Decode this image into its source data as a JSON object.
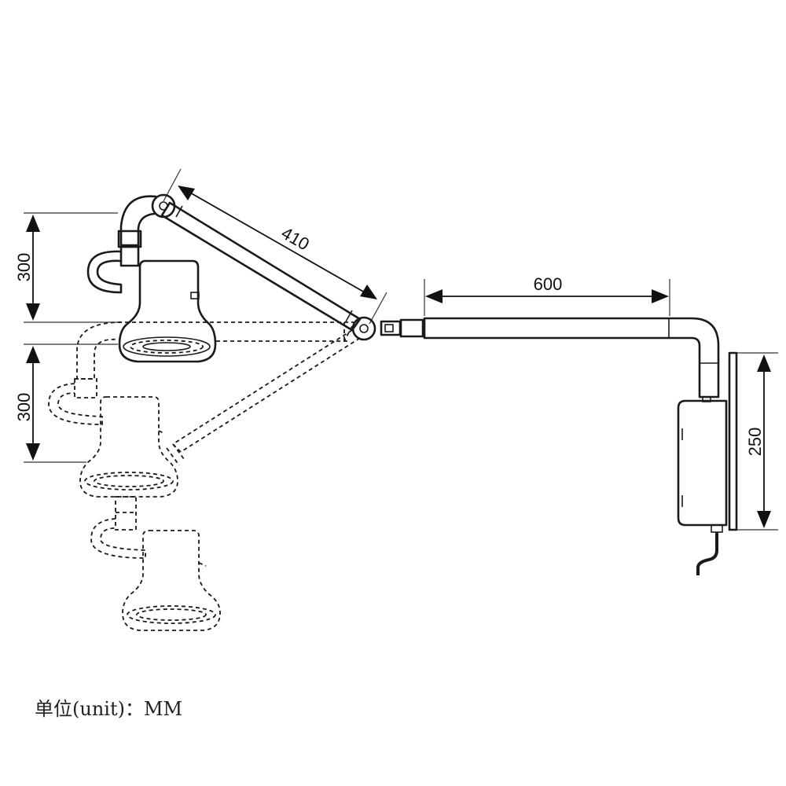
{
  "dimensions": {
    "vertical_upper": "300",
    "vertical_lower": "300",
    "arm_length": "410",
    "horizontal_arm": "600",
    "mount_height": "250"
  },
  "unit_note": "单位(unit)：MM",
  "colors": {
    "line": "#1a1a1a",
    "background": "#ffffff"
  }
}
